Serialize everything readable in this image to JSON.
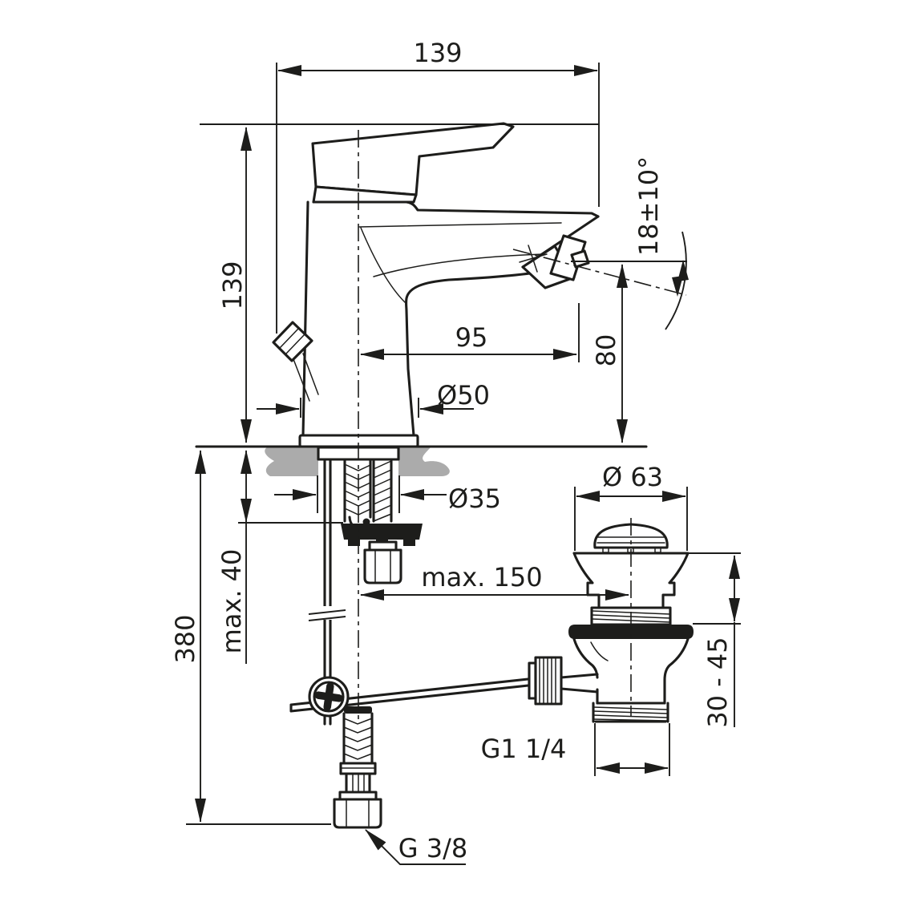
{
  "drawing": {
    "type": "technical-dimension-drawing",
    "subject": "single-lever bidet mixer tap with pop-up waste, side view",
    "units": "mm",
    "colors": {
      "line": "#1d1d1b",
      "counter_section_fill": "#ababab",
      "background": "#ffffff"
    },
    "labels": {
      "overall_width": "139",
      "height_above_deck": "139",
      "spray_angle": "18±10°",
      "spout_reach": "95",
      "outlet_height": "80",
      "base_diameter": "Ø50",
      "hole_diameter": "Ø35",
      "max_deck_thickness": "max. 40",
      "depth_below_deck": "380",
      "max_rod_reach": "max. 150",
      "waste_flange_diameter": "Ø 63",
      "waste_adjust_range": "30 - 45",
      "waste_thread": "G1 1/4",
      "supply_thread": "G 3/8"
    }
  }
}
